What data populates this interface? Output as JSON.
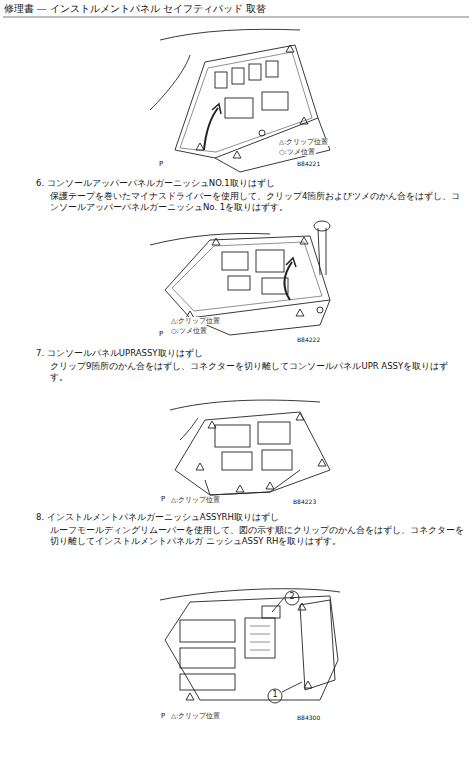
{
  "diagram": {
    "title": "修理書 ― インストルメントパネル セイフティパッド 取替",
    "labels": [
      "△:クリップ位置",
      "○:ツメ位置",
      "P",
      "B84221",
      "6. コンソールアッパーパネルガーニッシュNO.1取りはずし",
      "保護テープを巻いたマイナスドライバーを使用して、クリップ4箇所およびツメのかん合をはずし、コンソールアッパーパネルガーニッシュNo. 1を取りはずす。",
      "△:クリップ位置",
      "○:ツメ位置",
      "P",
      "B84222",
      "7. コンソールパネルUPRASSY取りはずし",
      "クリップ9箇所のかん合をはずし、コネクターを切り離してコンソールパネルUPR ASSYを取りはずす。",
      "P",
      "△:クリップ位置",
      "B84223",
      "8. インストルメントパネルガーニッシュASSYRH取りはずし",
      "ルーフモールディングリムーバーを使用して、図の示す順にクリップのかん合をはずし、コネクターを切り離してインストルメントパネルガ ニッシュASSY RHを取りはずす。",
      "2",
      "1",
      "P",
      "△:クリップ位置",
      "B84300"
    ]
  }
}
